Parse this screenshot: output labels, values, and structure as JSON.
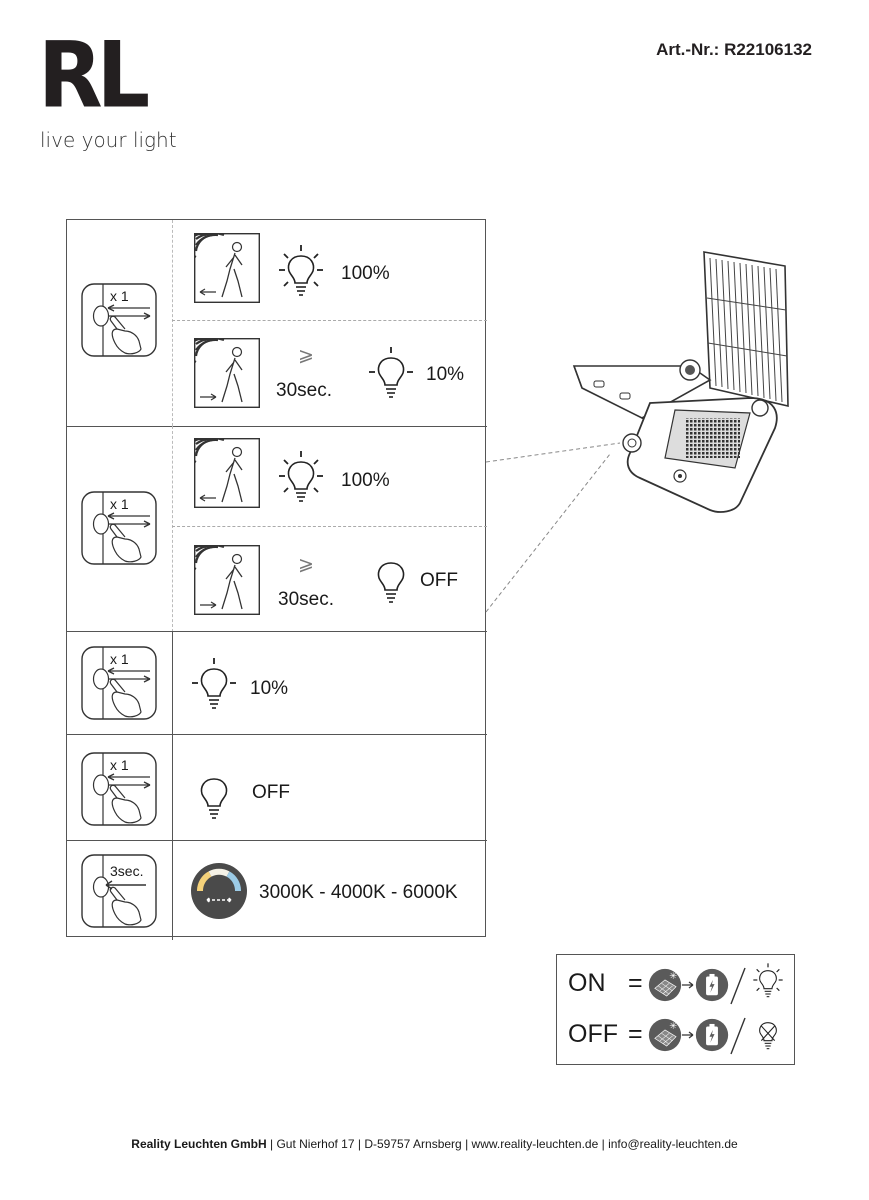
{
  "brand": {
    "logo_letters": "RL",
    "tagline": "live your light"
  },
  "article": {
    "label": "Art.-Nr.:",
    "number": "R22106132"
  },
  "rows": {
    "r1a": {
      "value": "100%"
    },
    "r1b": {
      "symbol": "⩾",
      "time": "30sec.",
      "value": "10%"
    },
    "r2a": {
      "value": "100%"
    },
    "r2b": {
      "symbol": "⩾",
      "time": "30sec.",
      "value": "OFF"
    },
    "r3": {
      "value": "10%"
    },
    "r4": {
      "value": "OFF"
    },
    "r5": {
      "value": "3000K - 4000K - 6000K",
      "press": "3sec."
    }
  },
  "press_count": "x 1",
  "legend": {
    "on_label": "ON",
    "off_label": "OFF",
    "equals": "="
  },
  "footer": {
    "company": "Reality Leuchten GmbH",
    "address": "Gut Nierhof 17",
    "city": "D-59757 Arnsberg",
    "web": "www.reality-leuchten.de",
    "email": "info@reality-leuchten.de",
    "separator": "|"
  },
  "icons": {
    "logo": "rl-logo",
    "hand": "hand-press-icon",
    "motion": "motion-sensor-walker-icon",
    "bulb_bright": "bulb-bright-icon",
    "bulb_dim": "bulb-dim-icon",
    "bulb_off": "bulb-off-icon",
    "cct": "color-temperature-icon",
    "solar": "solar-panel-icon",
    "battery": "battery-icon",
    "lamp": "solar-floodlight-illustration"
  },
  "colors": {
    "text": "#1a1a1a",
    "border": "#555555",
    "cct_bg": "#4a4a4a"
  }
}
